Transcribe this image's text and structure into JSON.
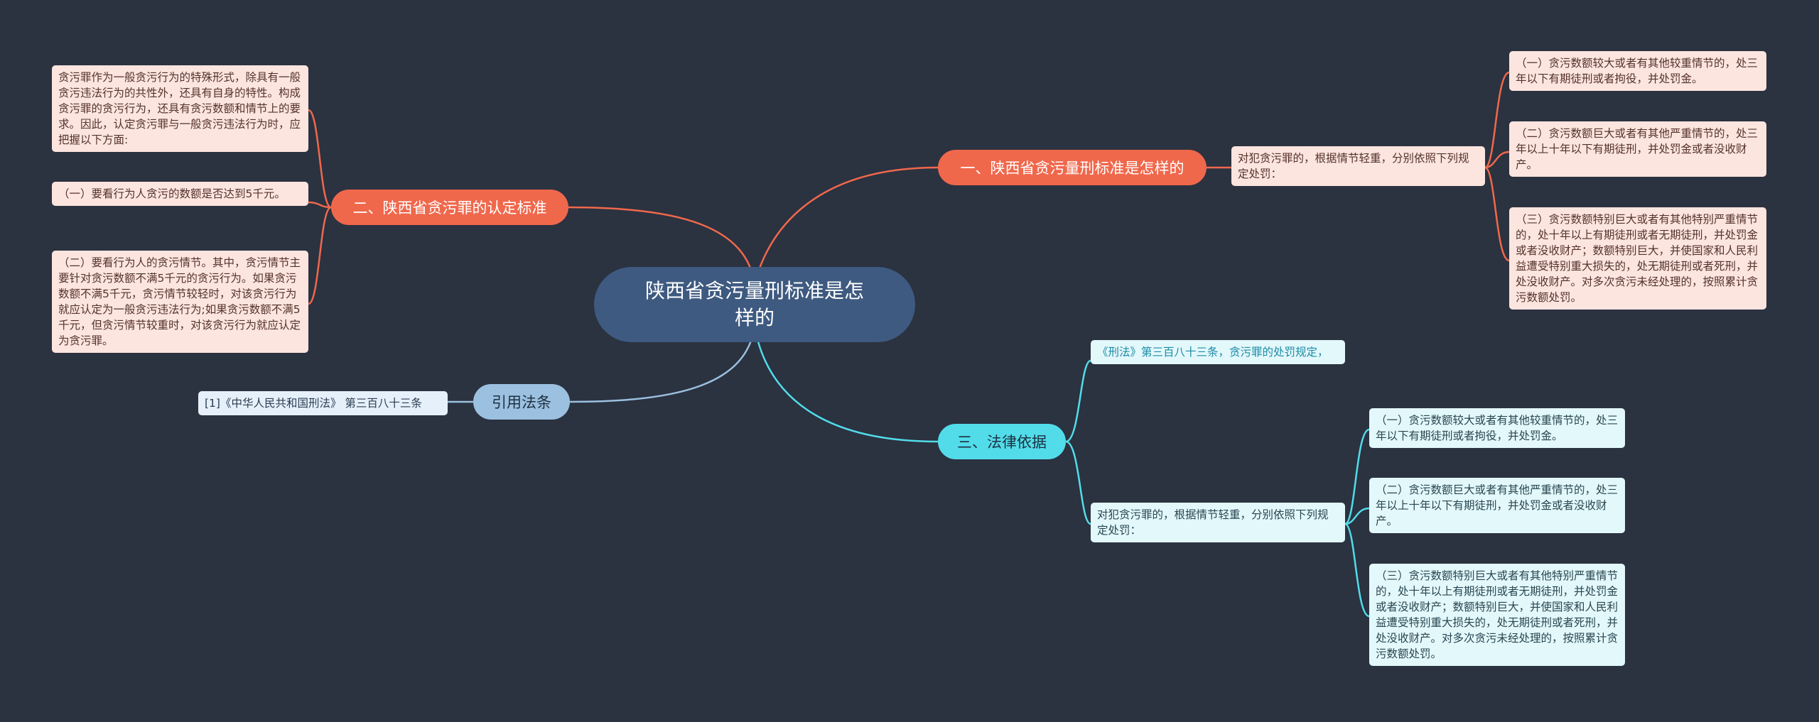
{
  "center": {
    "title": "陕西省贪污量刑标准是怎样的"
  },
  "branches": {
    "b1": {
      "label": "一、陕西省贪污量刑标准是怎样的"
    },
    "b2": {
      "label": "二、陕西省贪污罪的认定标准"
    },
    "b3": {
      "label": "三、法律依据"
    },
    "b4": {
      "label": "引用法条"
    }
  },
  "leaves": {
    "b1_mid": "对犯贪污罪的，根据情节轻重，分别依照下列规定处罚：",
    "b1_1": "（一）贪污数额较大或者有其他较重情节的，处三年以下有期徒刑或者拘役，并处罚金。",
    "b1_2": "（二）贪污数额巨大或者有其他严重情节的，处三年以上十年以下有期徒刑，并处罚金或者没收财产。",
    "b1_3": "（三）贪污数额特别巨大或者有其他特别严重情节的，处十年以上有期徒刑或者无期徒刑，并处罚金或者没收财产；数额特别巨大，并使国家和人民利益遭受特别重大损失的，处无期徒刑或者死刑，并处没收财产。对多次贪污未经处理的，按照累计贪污数额处罚。",
    "b2_1": "贪污罪作为一般贪污行为的特殊形式，除具有一般贪污违法行为的共性外，还具有自身的特性。构成贪污罪的贪污行为，还具有贪污数额和情节上的要求。因此，认定贪污罪与一般贪污违法行为时，应把握以下方面:",
    "b2_2": "（一）要看行为人贪污的数额是否达到5千元。",
    "b2_3": "（二）要看行为人的贪污情节。其中，贪污情节主要针对贪污数额不满5千元的贪污行为。如果贪污数额不满5千元，贪污情节较轻时，对该贪污行为就应认定为一般贪污违法行为;如果贪污数额不满5千元，但贪污情节较重时，对该贪污行为就应认定为贪污罪。",
    "b3_1": "《刑法》第三百八十三条，贪污罪的处罚规定，",
    "b3_mid": "对犯贪污罪的，根据情节轻重，分别依照下列规定处罚：",
    "b3_2": "（一）贪污数额较大或者有其他较重情节的，处三年以下有期徒刑或者拘役，并处罚金。",
    "b3_3": "（二）贪污数额巨大或者有其他严重情节的，处三年以上十年以下有期徒刑，并处罚金或者没收财产。",
    "b3_4": "（三）贪污数额特别巨大或者有其他特别严重情节的，处十年以上有期徒刑或者无期徒刑，并处罚金或者没收财产；数额特别巨大，并使国家和人民利益遭受特别重大损失的，处无期徒刑或者死刑，并处没收财产。对多次贪污未经处理的，按照累计贪污数额处罚。",
    "b4_1": "[1]《中华人民共和国刑法》 第三百八十三条"
  },
  "colors": {
    "background": "#2b3240",
    "center": "#3e5a80",
    "red_branch": "#f0684c",
    "cyan_branch": "#52dcea",
    "blue_branch": "#9cc0e0",
    "red_leaf": "#fde5df",
    "cyan_leaf": "#e3f8fb",
    "blue_leaf": "#e6f0fa"
  }
}
